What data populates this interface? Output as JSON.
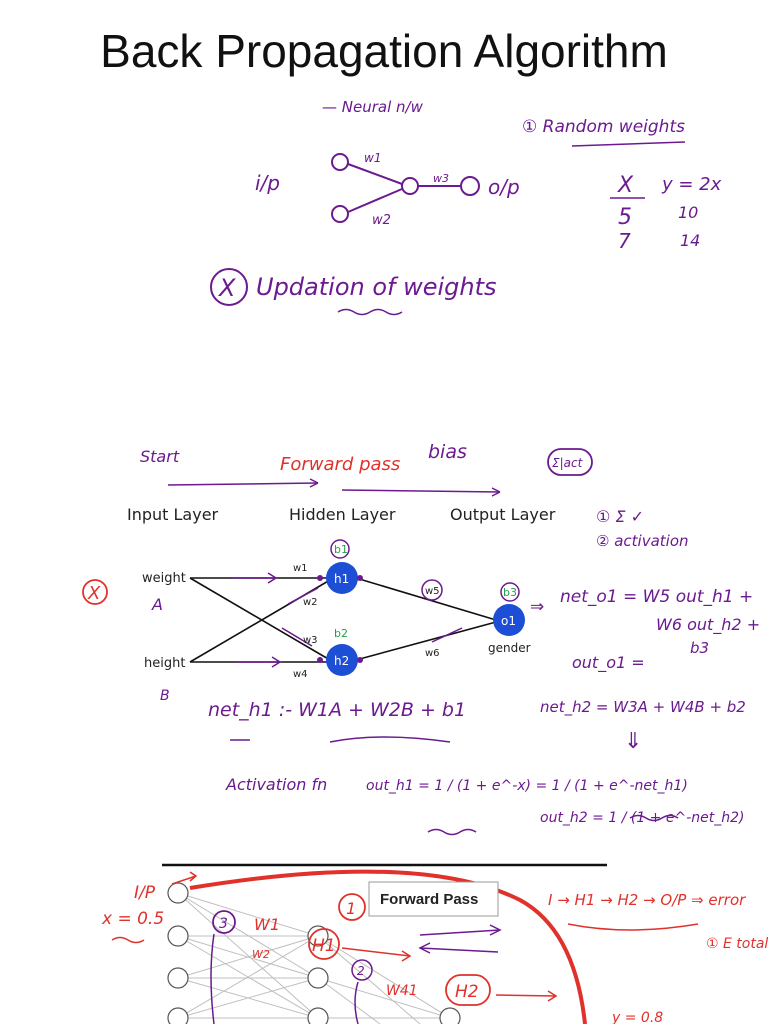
{
  "title": "Back Propagation Algorithm",
  "section1": {
    "neural_nw": "— Neural n/w",
    "random_weights": "① Random weights",
    "ip": "i/p",
    "op": "o/p",
    "w1": "w1",
    "w2": "w2",
    "w3": "w3",
    "x_header": "X",
    "y_header": "y = 2x",
    "table_rows": [
      [
        "5",
        "10"
      ],
      [
        "7",
        "14"
      ]
    ],
    "updation_mark": "X",
    "updation": "Updation of weights"
  },
  "section2": {
    "start": "Start",
    "forward_pass": "Forward pass",
    "bias": "bias",
    "sum_act": "Σ|act",
    "input_layer": "Input Layer",
    "hidden_layer": "Hidden Layer",
    "output_layer": "Output Layer",
    "step1": "① Σ ✓",
    "step2": "② activation",
    "x_mark": "X",
    "weight": "weight",
    "weight_var": "A",
    "height": "height",
    "height_var": "B",
    "h1": "h1",
    "h2": "h2",
    "o1": "o1",
    "b1": "b1",
    "b2": "b2",
    "b3": "b3",
    "wlabels": [
      "w1",
      "w2",
      "w3",
      "w4",
      "w5",
      "w6"
    ],
    "gender": "gender",
    "net_o1_line1": "net_o1 = W5 out_h1 +",
    "net_o1_line2": "W6 out_h2 +",
    "net_o1_line3": "b3",
    "out_o1": "out_o1 =",
    "net_h2": "net_h2 = W3A + W4B + b2",
    "net_h1": "net_h1 :- W1A + W2B + b1",
    "activation_fn": "Activation fn",
    "out_h1_eq": "out_h1 = 1 / (1 + e^-x) = 1 / (1 + e^-net_h1)",
    "out_h2_eq": "out_h2 = 1 / (1 + e^-net_h2)"
  },
  "section3": {
    "ip": "I/P",
    "x_val": "x = 0.5",
    "circled_1": "1",
    "forward_pass_box": "Forward Pass",
    "flow": "I → H1 → H2 → O/P ⇒ error",
    "etotal": "① E total",
    "circled_3": "3",
    "w1": "W1",
    "w2": "W2",
    "H1": "H1",
    "circled_2": "2",
    "w41": "W41",
    "H2": "H2",
    "y_val": "y = 0.8"
  }
}
